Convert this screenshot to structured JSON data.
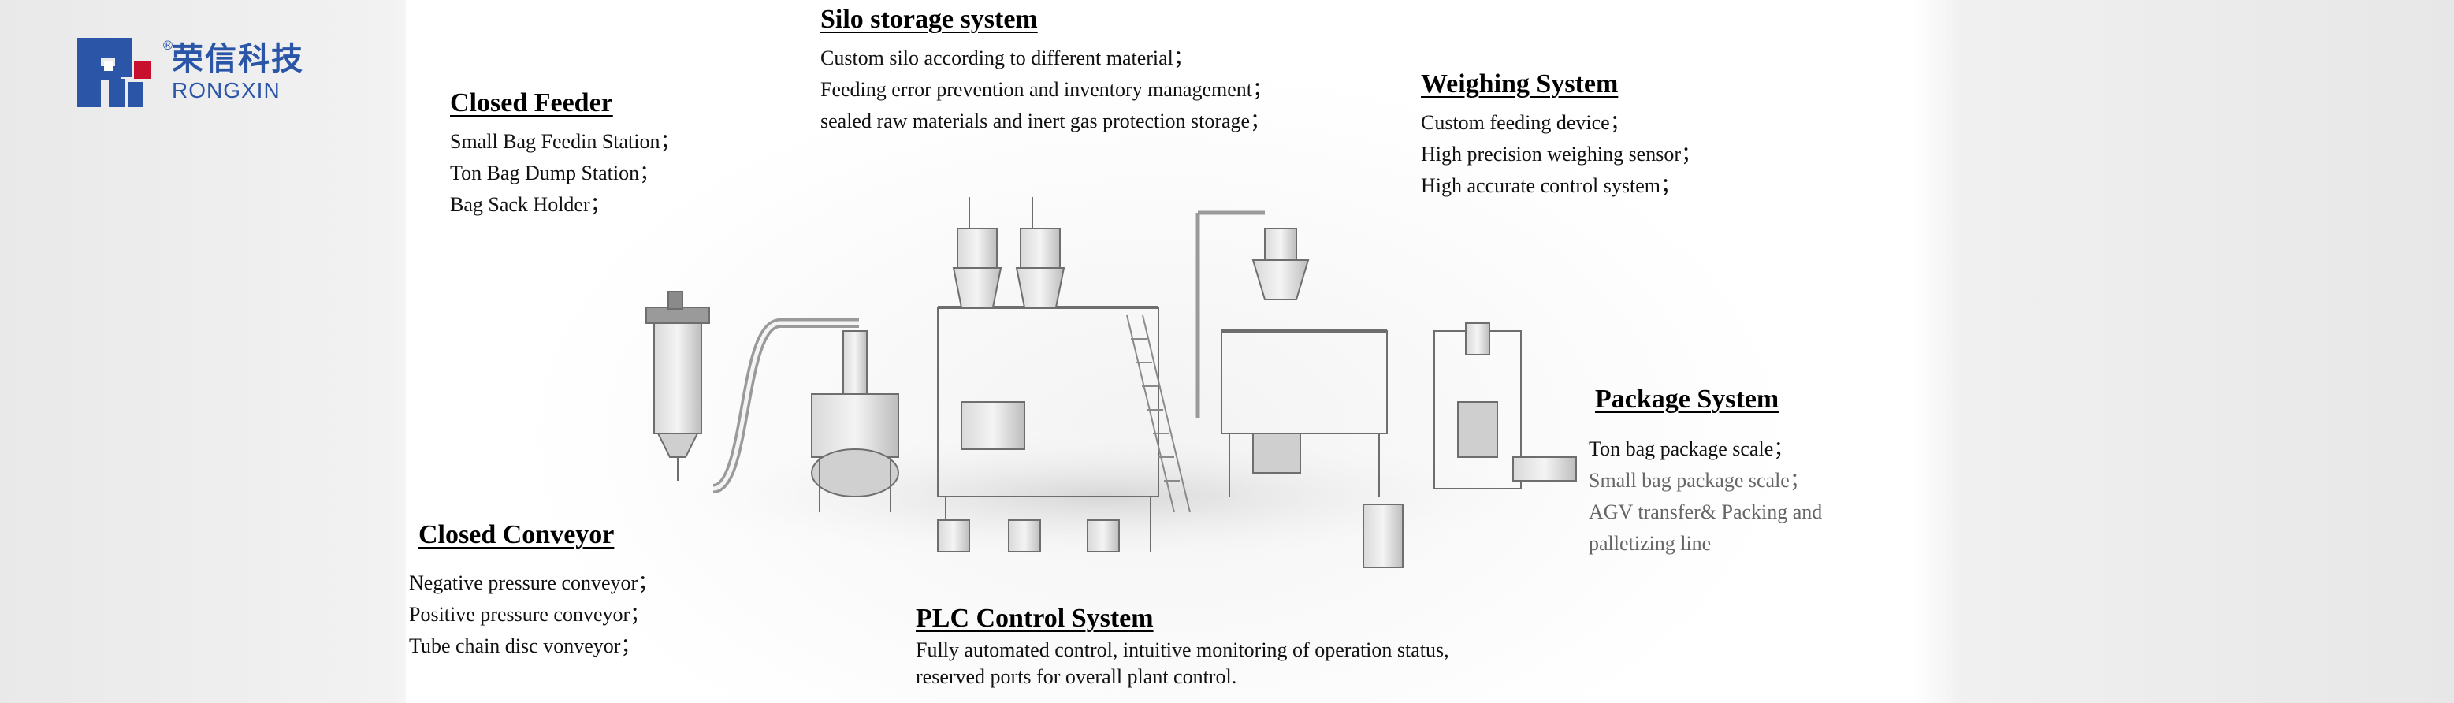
{
  "brand": {
    "name_cn": "荣信科技",
    "name_en": "RONGXIN",
    "registered_mark": "®",
    "color": "#2b56a8",
    "accent": "#c8102e"
  },
  "sections": {
    "closed_feeder": {
      "title": "Closed Feeder",
      "lines": [
        "Small Bag Feedin Station；",
        "Ton Bag Dump Station；",
        "Bag Sack Holder；"
      ]
    },
    "silo": {
      "title": "Silo storage system",
      "lines": [
        "Custom silo according to different material；",
        "Feeding error prevention and inventory management；",
        "sealed raw materials and inert gas protection storage；"
      ]
    },
    "weighing": {
      "title": "Weighing System",
      "lines": [
        "Custom feeding device；",
        "High precision weighing sensor；",
        "High accurate control system；"
      ]
    },
    "package": {
      "title": "Package System",
      "lines": [
        "Ton bag package scale；",
        "Small bag package scale；",
        "AGV transfer& Packing and",
        "palletizing line"
      ]
    },
    "conveyor": {
      "title": "Closed Conveyor",
      "lines": [
        "Negative pressure conveyor；",
        "Positive pressure conveyor；",
        "Tube chain disc vonveyor；"
      ]
    },
    "plc": {
      "title": "PLC Control System",
      "lines": [
        "Fully automated control, intuitive monitoring of operation status,",
        "reserved ports for overall plant control."
      ]
    }
  }
}
